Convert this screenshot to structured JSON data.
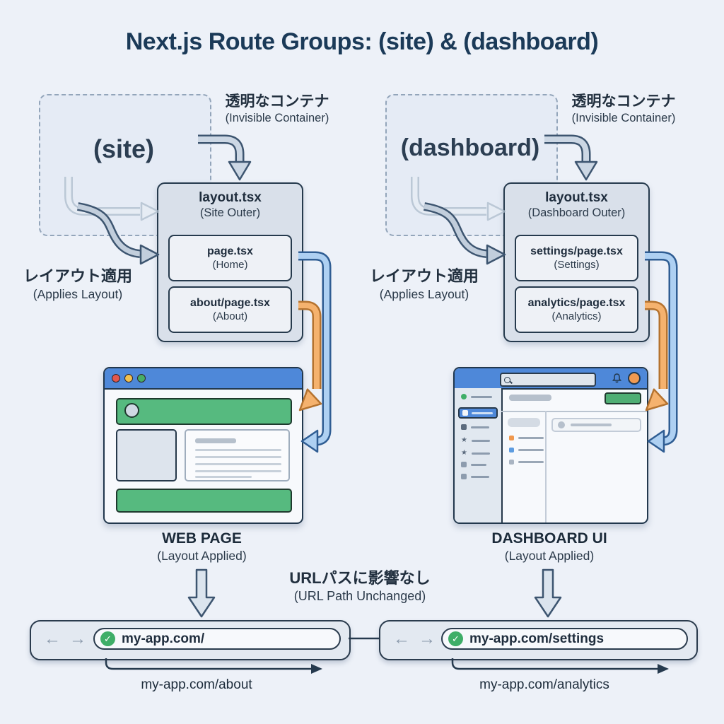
{
  "title": "Next.js Route Groups: (site) & (dashboard)",
  "labels": {
    "invisible_jp": "透明なコンテナ",
    "invisible_en": "(Invisible Container)",
    "applies_jp": "レイアウト適用",
    "applies_en": "(Applies Layout)",
    "url_unchanged_jp": "URLパスに影響なし",
    "url_unchanged_en": "(URL Path Unchanged)"
  },
  "icons": {
    "check": "✓",
    "back": "←",
    "forward": "→",
    "star": "★"
  },
  "site": {
    "group_name": "(site)",
    "layout_file": "layout.tsx",
    "layout_desc": "(Site Outer)",
    "pages": [
      {
        "file": "page.tsx",
        "desc": "(Home)"
      },
      {
        "file": "about/page.tsx",
        "desc": "(About)"
      }
    ],
    "caption": "WEB PAGE",
    "caption_sub": "(Layout Applied)",
    "url": "my-app.com/",
    "alt_url": "my-app.com/about"
  },
  "dashboard": {
    "group_name": "(dashboard)",
    "layout_file": "layout.tsx",
    "layout_desc": "(Dashboard Outer)",
    "pages": [
      {
        "file": "settings/page.tsx",
        "desc": "(Settings)"
      },
      {
        "file": "analytics/page.tsx",
        "desc": "(Analytics)"
      }
    ],
    "caption": "DASHBOARD UI",
    "caption_sub": "(Layout Applied)",
    "url": "my-app.com/settings",
    "alt_url": "my-app.com/analytics"
  },
  "colors": {
    "background": "#edf1f8",
    "title_text": "#1b3a58",
    "card_fill": "#d9e0ea",
    "card_border": "#263a4d",
    "browser_bar_blue": "#4e88d9",
    "green_block": "#56ba7f",
    "green_button": "#4fae74",
    "blue_arrow": "#a9cdf0",
    "orange_arrow": "#f2a45f",
    "avatar_orange": "#f09a52",
    "check_green": "#3fae68"
  }
}
